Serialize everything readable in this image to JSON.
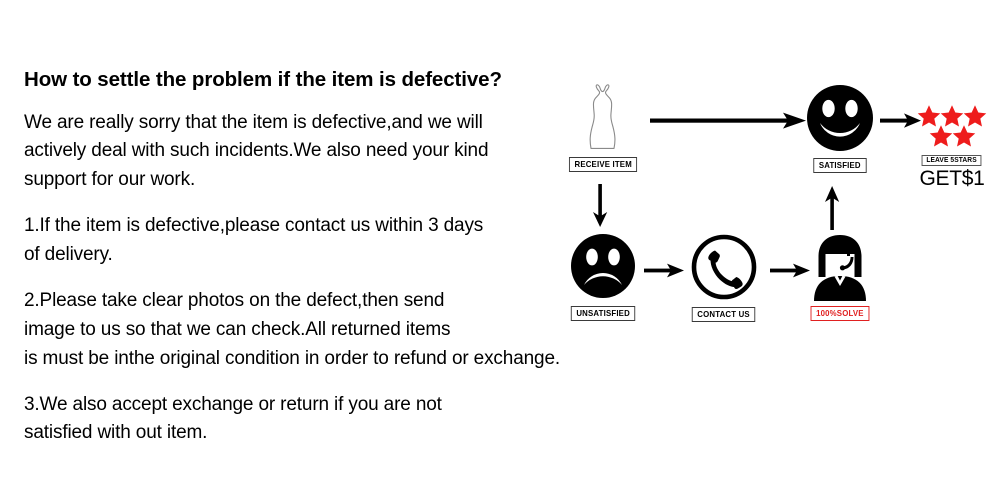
{
  "document": {
    "title": "How to settle the problem if the item is defective?",
    "paragraphs": [
      {
        "id": "apology",
        "lines": [
          "We are really sorry that the item is defective,and we will",
          "actively deal with such incidents.We also need your kind",
          "support for our work."
        ]
      },
      {
        "id": "step-1",
        "lines": [
          "1.If the item is defective,please contact us within 3 days",
          "of delivery."
        ]
      },
      {
        "id": "step-2",
        "lines": [
          "2.Please take clear photos on the defect,then send",
          "image to us so that we can check.All returned items",
          "is must be inthe original condition in order to refund or exchange."
        ]
      },
      {
        "id": "step-3",
        "lines": [
          "3.We also accept exchange or return if you are not",
          "satisfied with out item."
        ]
      }
    ]
  },
  "flowchart": {
    "nodes": {
      "receive_item": {
        "label": "RECEIVE ITEM",
        "icon": "dress-icon"
      },
      "satisfied": {
        "label": "SATISFIED",
        "icon": "smiley-face-icon"
      },
      "unsatisfied": {
        "label": "UNSATISFIED",
        "icon": "sad-face-icon"
      },
      "contact_us": {
        "label": "CONTACT US",
        "icon": "phone-icon"
      },
      "solve": {
        "label": "100%SOLVE",
        "icon": "support-agent-icon"
      }
    },
    "reward": {
      "stars_count": 5,
      "star_color": "#ee1c1c",
      "badge_label": "LEAVE 5STARS",
      "cash_label": "GET$1"
    },
    "arrows": [
      {
        "name": "receive-to-satisfied",
        "direction": "right"
      },
      {
        "name": "receive-to-unsatisfied",
        "direction": "down"
      },
      {
        "name": "satisfied-to-stars",
        "direction": "right"
      },
      {
        "name": "unsatisfied-to-contact",
        "direction": "right"
      },
      {
        "name": "contact-to-solve",
        "direction": "right"
      },
      {
        "name": "solve-to-satisfied",
        "direction": "up"
      }
    ]
  }
}
